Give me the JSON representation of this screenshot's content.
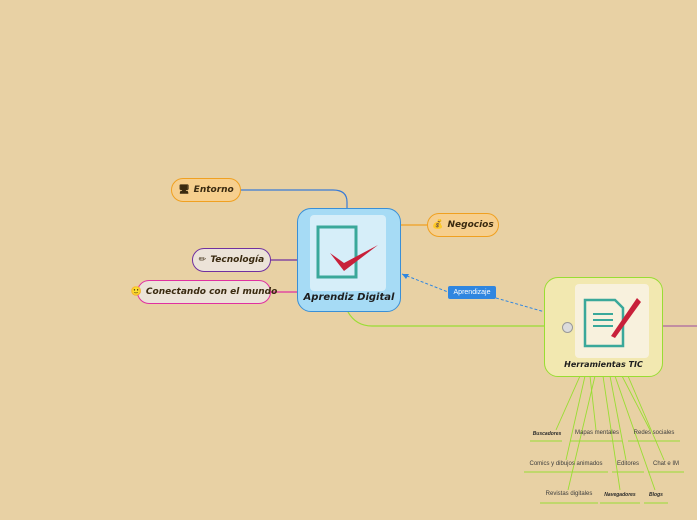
{
  "nodes": {
    "entorno": {
      "label": "Entorno",
      "icon": "computer-icon",
      "border": "#f0a020",
      "fill": "#f6cf8e"
    },
    "negocios": {
      "label": "Negocios",
      "icon": "money-bag-icon",
      "border": "#f0a020",
      "fill": "#f6cf8e"
    },
    "tecnologia": {
      "label": "Tecnología",
      "icon": "pencil-icon",
      "border": "#7030a0",
      "fill": "#ece3d8"
    },
    "conectando": {
      "label": "Conectando con el mundo",
      "icon": "smiley-icon",
      "border": "#e030a0",
      "fill": "#ece3d8"
    }
  },
  "central": {
    "title": "Aprendiz Digital",
    "border": "#3a8fd6",
    "fill": "#a6dbf5"
  },
  "secondary": {
    "title": "Herramientas TIC",
    "border": "#99dd33",
    "fill": "#f2e8b0"
  },
  "relationship": {
    "label": "Aprendizaje",
    "color": "#2f86e0"
  },
  "leaves": [
    {
      "label": "Buscadores",
      "italic": true
    },
    {
      "label": "Mapas mentales",
      "italic": false
    },
    {
      "label": "Redes sociales",
      "italic": false
    },
    {
      "label": "Comics y dibujos animados",
      "italic": false
    },
    {
      "label": "Editores",
      "italic": false
    },
    {
      "label": "Chat e IM",
      "italic": false
    },
    {
      "label": "Revistas digitales",
      "italic": false
    },
    {
      "label": "Navegadores",
      "italic": true
    },
    {
      "label": "Blogs",
      "italic": true
    }
  ]
}
